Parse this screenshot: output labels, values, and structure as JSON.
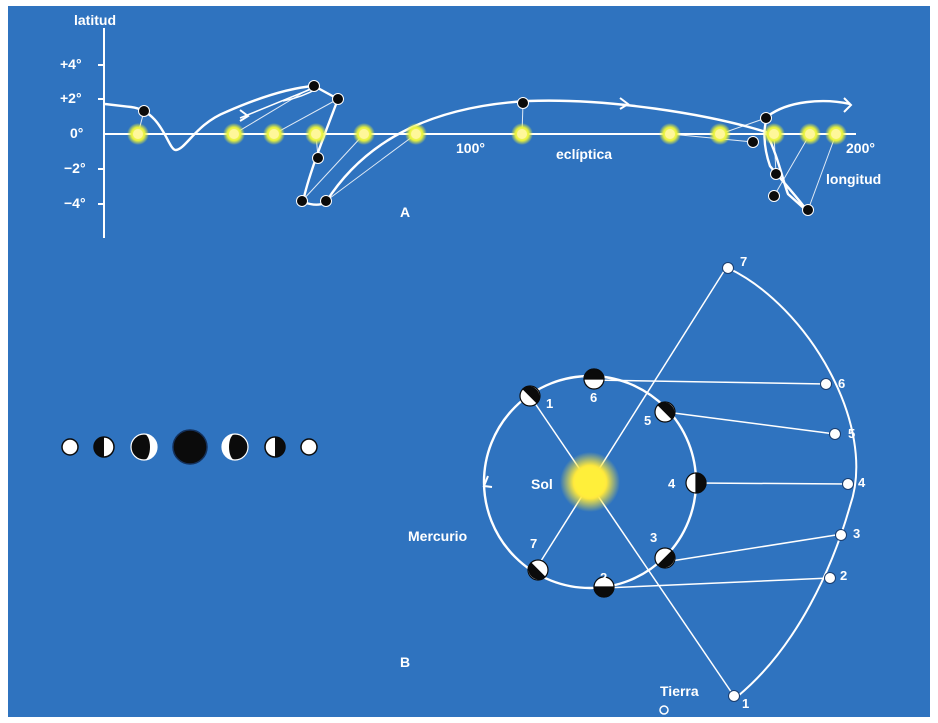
{
  "panel_a": {
    "y_axis_label": "latitud",
    "y_ticks": [
      "+4°",
      "+2°",
      "0°",
      "−2°",
      "−4°"
    ],
    "x_ticks": [
      "100°",
      "200°"
    ],
    "x_axis_label": "longitud",
    "ecliptic_label": "eclíptica",
    "panel_label": "A"
  },
  "panel_b": {
    "panel_label": "B",
    "sun_label": "Sol",
    "planet_label": "Mercurio",
    "earth_label": "Tierra",
    "orbit_points": [
      "1",
      "2",
      "3",
      "4",
      "5",
      "6",
      "7"
    ],
    "earth_points": [
      "1",
      "2",
      "3",
      "4",
      "5",
      "6",
      "7"
    ]
  },
  "colors": {
    "background": "#2f73bf",
    "lines": "#ffffff",
    "sun": "#ffef3a",
    "planet_dark": "#0b0b0b"
  }
}
